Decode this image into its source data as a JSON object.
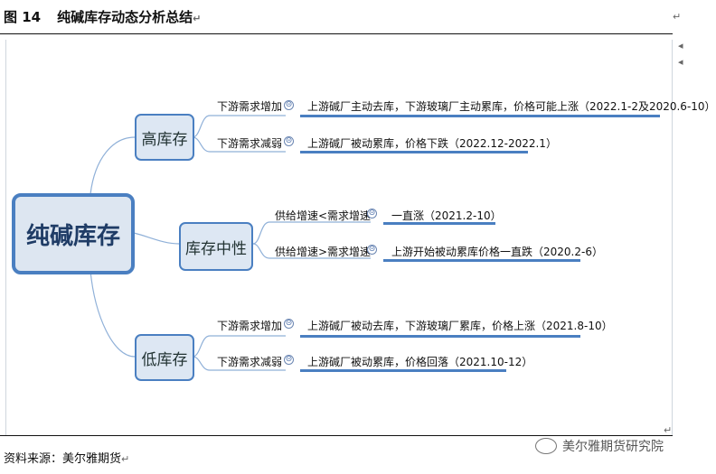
{
  "figure": {
    "number": "图 14",
    "title": "纯碱库存动态分析总结"
  },
  "source": "资料来源：美尔雅期货",
  "watermark": "美尔雅期货研究院",
  "colors": {
    "accent": "#4a7fc1",
    "box_fill": "#dde7f3",
    "connector": "#8fb0d8"
  },
  "icons": {
    "collapse": "⊝",
    "return": "↵"
  },
  "root": {
    "label": "纯碱库存"
  },
  "branches": [
    {
      "label": "高库存",
      "items": [
        {
          "condition": "下游需求增加",
          "result": "上游碱厂主动去库，下游玻璃厂主动累库，价格可能上涨（2022.1-2及2020.6-10）"
        },
        {
          "condition": "下游需求减弱",
          "result": "上游碱厂被动累库，价格下跌（2022.12-2022.1）"
        }
      ]
    },
    {
      "label": "库存中性",
      "items": [
        {
          "condition": "供给增速<需求增速",
          "result": "一直涨（2021.2-10）"
        },
        {
          "condition": "供给增速>需求增速",
          "result": "上游开始被动累库价格一直跌（2020.2-6）"
        }
      ]
    },
    {
      "label": "低库存",
      "items": [
        {
          "condition": "下游需求增加",
          "result": "上游碱厂被动去库，下游玻璃厂累库，价格上涨（2021.8-10）"
        },
        {
          "condition": "下游需求减弱",
          "result": "上游碱厂被动累库，价格回落（2021.10-12）"
        }
      ]
    }
  ]
}
